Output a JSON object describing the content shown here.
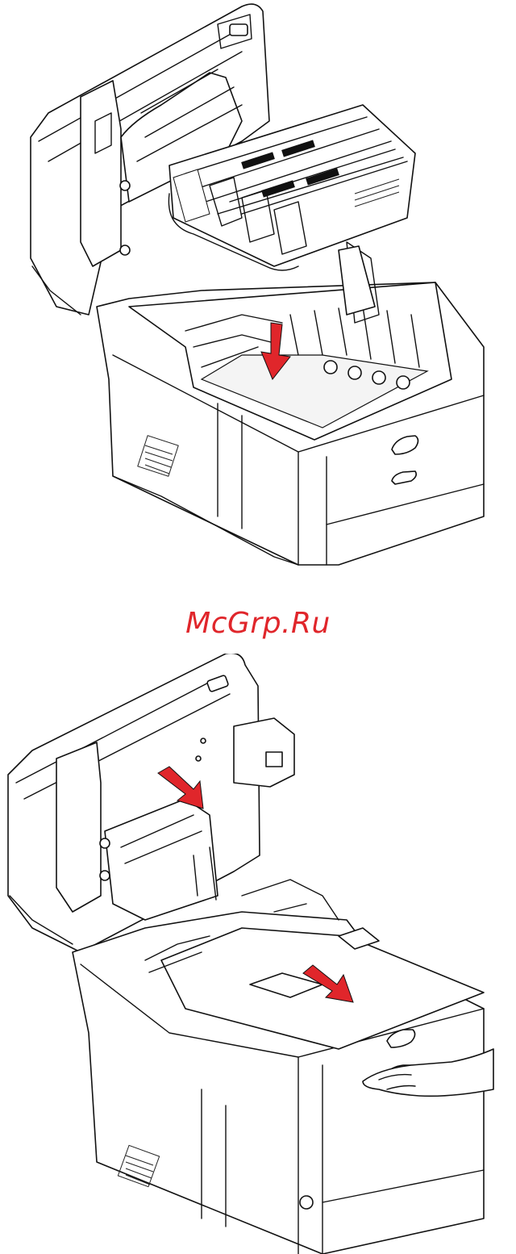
{
  "watermark": {
    "text": "McGrp.Ru",
    "color": "#e0262b"
  },
  "figures": [
    {
      "id": "fig-top",
      "icon": "printer-image-drum-install-illustration",
      "arrow_color": "#e0262b"
    },
    {
      "id": "fig-bottom",
      "icon": "printer-close-top-cover-illustration",
      "arrow_color": "#e0262b"
    }
  ]
}
